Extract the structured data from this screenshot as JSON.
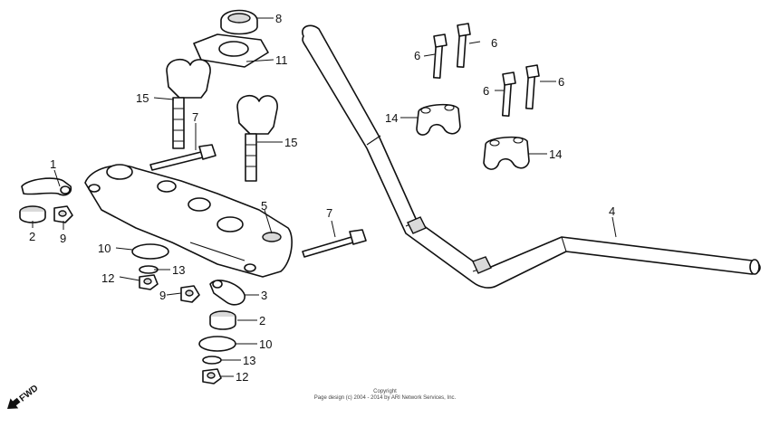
{
  "diagram": {
    "callouts": [
      {
        "id": "c8",
        "text": "8"
      },
      {
        "id": "c11",
        "text": "11"
      },
      {
        "id": "c15a",
        "text": "15"
      },
      {
        "id": "c15b",
        "text": "15"
      },
      {
        "id": "c7a",
        "text": "7"
      },
      {
        "id": "c7b",
        "text": "7"
      },
      {
        "id": "c1",
        "text": "1"
      },
      {
        "id": "c2a",
        "text": "2"
      },
      {
        "id": "c9a",
        "text": "9"
      },
      {
        "id": "c5",
        "text": "5"
      },
      {
        "id": "c10a",
        "text": "10"
      },
      {
        "id": "c13a",
        "text": "13"
      },
      {
        "id": "c12a",
        "text": "12"
      },
      {
        "id": "c9b",
        "text": "9"
      },
      {
        "id": "c3",
        "text": "3"
      },
      {
        "id": "c2b",
        "text": "2"
      },
      {
        "id": "c10b",
        "text": "10"
      },
      {
        "id": "c13b",
        "text": "13"
      },
      {
        "id": "c12b",
        "text": "12"
      },
      {
        "id": "c6a",
        "text": "6"
      },
      {
        "id": "c6b",
        "text": "6"
      },
      {
        "id": "c6c",
        "text": "6"
      },
      {
        "id": "c6d",
        "text": "6"
      },
      {
        "id": "c14a",
        "text": "14"
      },
      {
        "id": "c14b",
        "text": "14"
      },
      {
        "id": "c4",
        "text": "4"
      }
    ],
    "fwd_label": "FWD",
    "copyright_line1": "Copyright",
    "copyright_line2": "Page design (c) 2004 - 2014 by ARI Network Services, Inc."
  }
}
